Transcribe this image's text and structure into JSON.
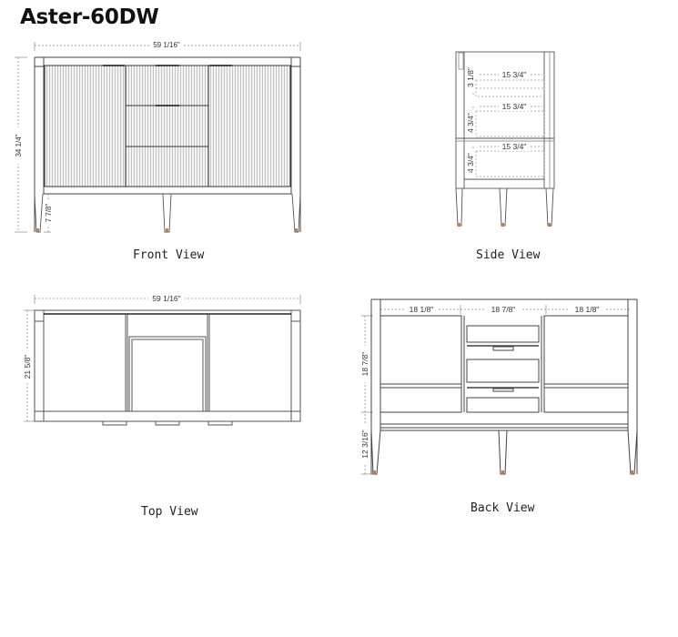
{
  "title": "Aster-60DW",
  "views": {
    "front": {
      "label": "Front View",
      "dims": {
        "width": "59 1/16\"",
        "height": "34 1/4\"",
        "leg": "7 7/8\""
      }
    },
    "side": {
      "label": "Side View",
      "dims": {
        "drawer1_depth": "15 3/4\"",
        "drawer2_depth": "15 3/4\"",
        "drawer3_depth": "15 3/4\"",
        "drawer1_height": "3 1/8\"",
        "drawer2_height": "4 3/4\"",
        "drawer3_height": "4 3/4\""
      }
    },
    "top": {
      "label": "Top View",
      "dims": {
        "width": "59 1/16\"",
        "depth": "21 5/8\""
      }
    },
    "back": {
      "label": "Back View",
      "dims": {
        "left_section": "18 1/8\"",
        "center_section": "18 7/8\"",
        "right_section": "18 1/8\"",
        "cabinet_height": "18 7/8\"",
        "leg_height": "12 3/16\""
      }
    }
  },
  "colors": {
    "line": "#444444",
    "dim_line": "#888888",
    "flute": "#d8d8d8",
    "foot": "#b08060"
  }
}
